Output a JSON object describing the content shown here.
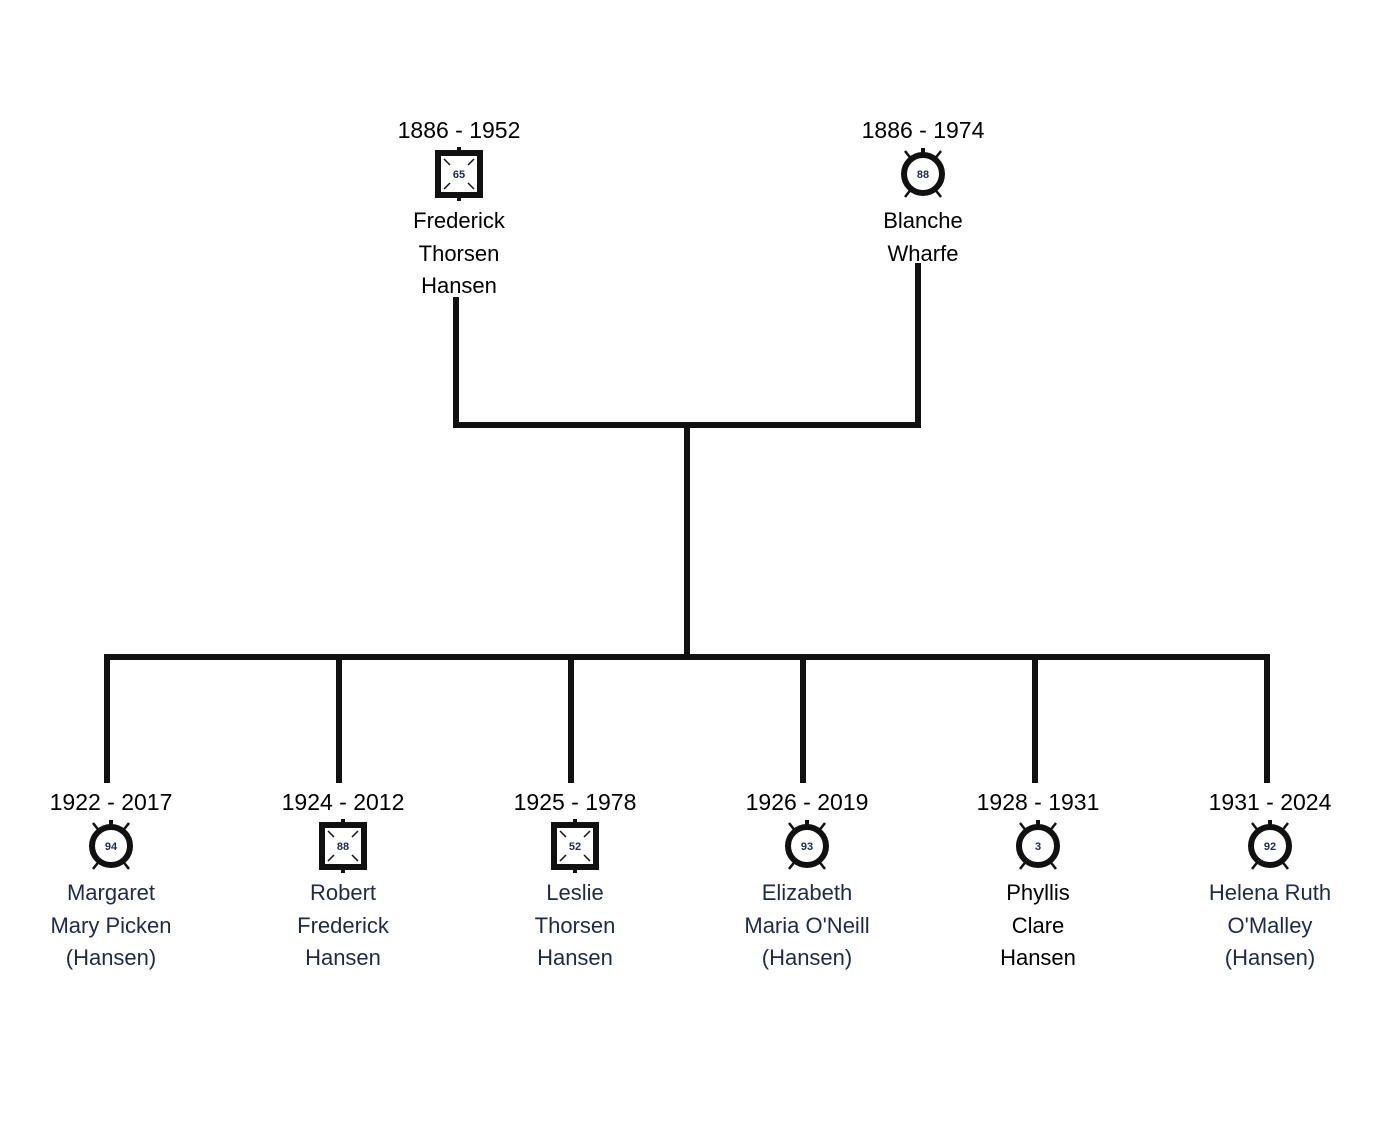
{
  "parents": [
    {
      "id": "frederick",
      "dates": "1886 - 1952",
      "sex": "male",
      "age": "65",
      "name_lines": [
        "Frederick",
        "Thorsen",
        "Hansen"
      ],
      "linked": false
    },
    {
      "id": "blanche",
      "dates": "1886 - 1974",
      "sex": "female",
      "age": "88",
      "name_lines": [
        "Blanche",
        "Wharfe"
      ],
      "linked": false
    }
  ],
  "children": [
    {
      "id": "margaret",
      "dates": "1922 - 2017",
      "sex": "female",
      "age": "94",
      "name_lines": [
        "Margaret",
        "Mary Picken",
        "(Hansen)"
      ],
      "linked": true
    },
    {
      "id": "robert",
      "dates": "1924 - 2012",
      "sex": "male",
      "age": "88",
      "name_lines": [
        "Robert",
        "Frederick",
        "Hansen"
      ],
      "linked": true
    },
    {
      "id": "leslie",
      "dates": "1925 - 1978",
      "sex": "male",
      "age": "52",
      "name_lines": [
        "Leslie",
        "Thorsen",
        "Hansen"
      ],
      "linked": true
    },
    {
      "id": "elizabeth",
      "dates": "1926 - 2019",
      "sex": "female",
      "age": "93",
      "name_lines": [
        "Elizabeth",
        "Maria O'Neill",
        "(Hansen)"
      ],
      "linked": true
    },
    {
      "id": "phyllis",
      "dates": "1928 - 1931",
      "sex": "female",
      "age": "3",
      "name_lines": [
        "Phyllis",
        "Clare",
        "Hansen"
      ],
      "linked": false
    },
    {
      "id": "helena",
      "dates": "1931 - 2024",
      "sex": "female",
      "age": "92",
      "name_lines": [
        "Helena Ruth",
        "O'Malley",
        "(Hansen)"
      ],
      "linked": true
    }
  ],
  "colors": {
    "line": "#111111",
    "text": "#000000",
    "linked_name": "#1f2a44",
    "symbol_stroke": "#111111",
    "age_text": "#1f2a44"
  }
}
